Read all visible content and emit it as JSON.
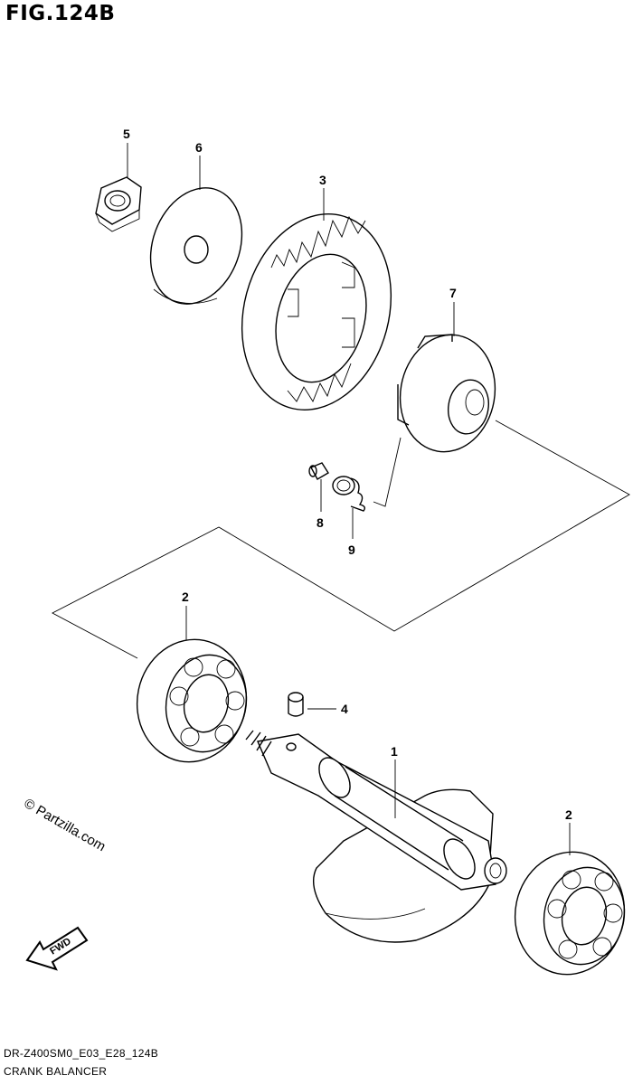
{
  "figure": {
    "title": "FIG.124B",
    "code": "DR-Z400SM0_E03_E28_124B",
    "caption": "CRANK BALANCER",
    "watermark": "© Partzilla.com",
    "fwd_label": "FWD"
  },
  "callouts": [
    "5",
    "6",
    "3",
    "7",
    "8",
    "9",
    "2",
    "4",
    "1",
    "2"
  ]
}
